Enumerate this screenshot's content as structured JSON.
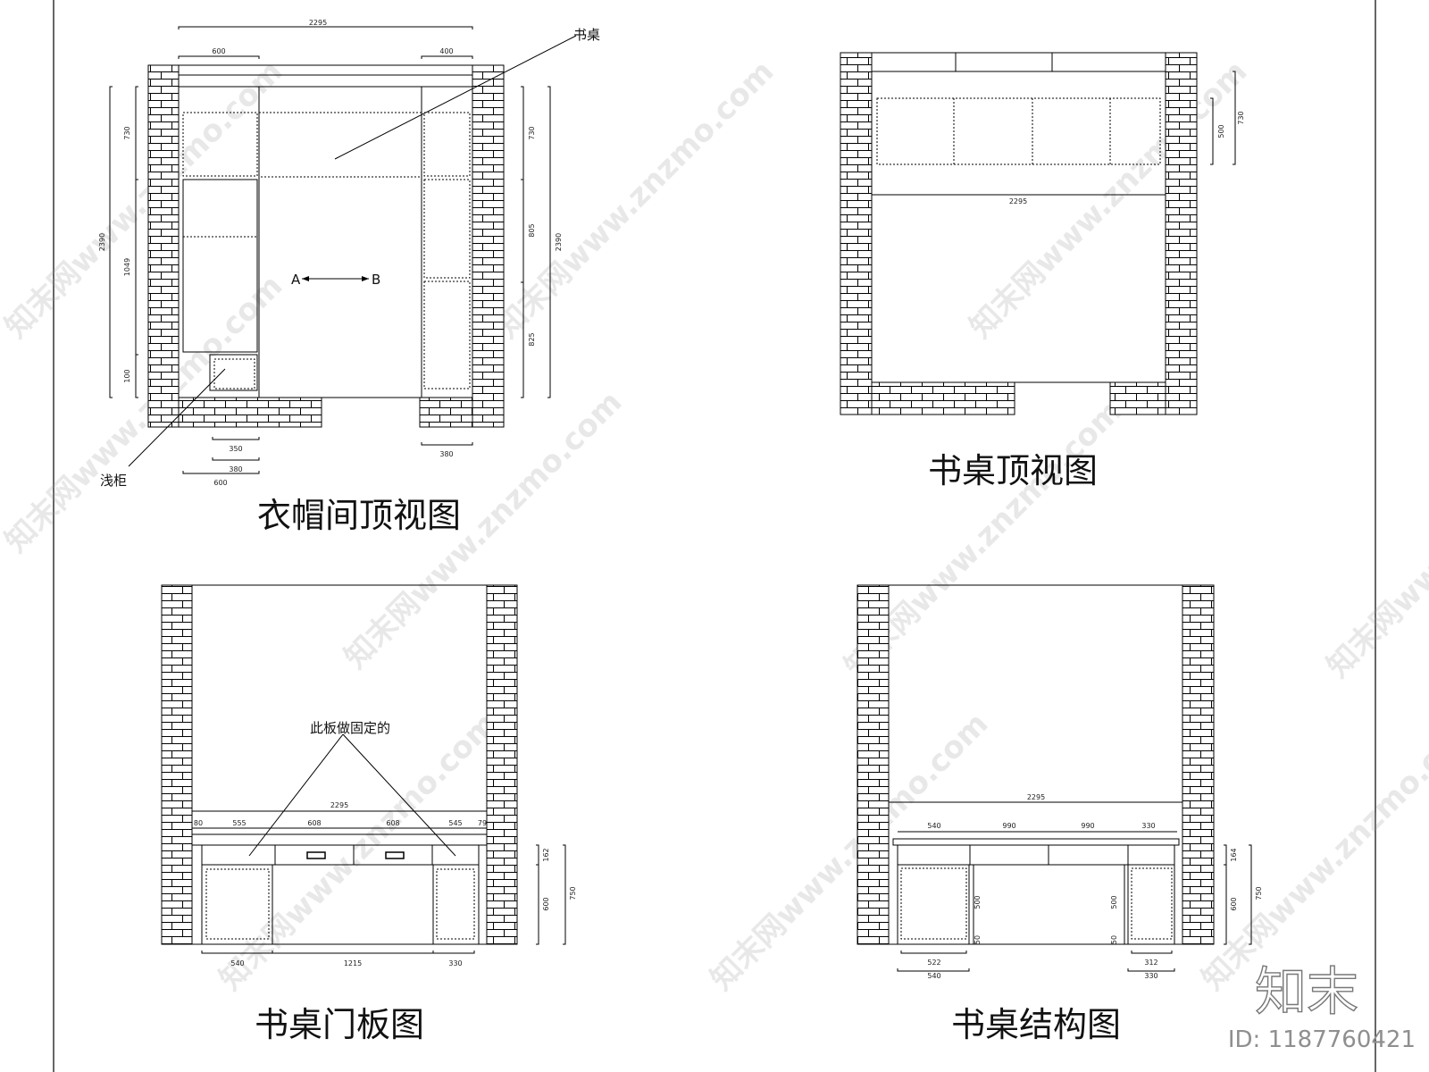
{
  "views": {
    "wardrobe_top": {
      "title": "衣帽间顶视图",
      "dims": {
        "overall_width": "2295",
        "left_upper": "600",
        "right_upper": "400",
        "left_total": "2390",
        "left_seg_1": "730",
        "left_seg_2": "1049",
        "left_seg_3": "100",
        "right_total": "2390",
        "right_seg_1": "730",
        "right_seg_2": "805",
        "right_seg_3": "825",
        "bottom_1": "350",
        "bottom_2": "380",
        "bottom_3": "600",
        "bottom_right": "380"
      },
      "labels": {
        "desk": "书桌",
        "shallow_cabinet": "浅柜",
        "arrow_a": "A",
        "arrow_b": "B"
      }
    },
    "desk_top": {
      "title": "书桌顶视图",
      "dims": {
        "width": "2295",
        "depth": "500",
        "side": "730"
      }
    },
    "desk_door": {
      "title": "书桌门板图",
      "note": "此板做固定的",
      "dims": {
        "overall": "2295",
        "seg": [
          "80",
          "555",
          "608",
          "608",
          "545",
          "79"
        ],
        "drawer_h": "162",
        "body_h": "600",
        "total_h": "750",
        "bottom": [
          "540",
          "1215",
          "330"
        ]
      }
    },
    "desk_structure": {
      "title": "书桌结构图",
      "dims": {
        "overall": "2295",
        "seg": [
          "540",
          "990",
          "990",
          "330"
        ],
        "drawer_h": "164",
        "body_h": "600",
        "total_h": "750",
        "leg_1": "500",
        "leg_2": "500",
        "foot_1": "50",
        "foot_2": "50",
        "bottom_left_1": "522",
        "bottom_left_2": "540",
        "bottom_right_1": "312",
        "bottom_right_2": "330"
      }
    }
  },
  "watermark": {
    "text": "知末网www.znzmo.com"
  },
  "brand": {
    "logo": "知末",
    "id": "ID: 1187760421"
  }
}
